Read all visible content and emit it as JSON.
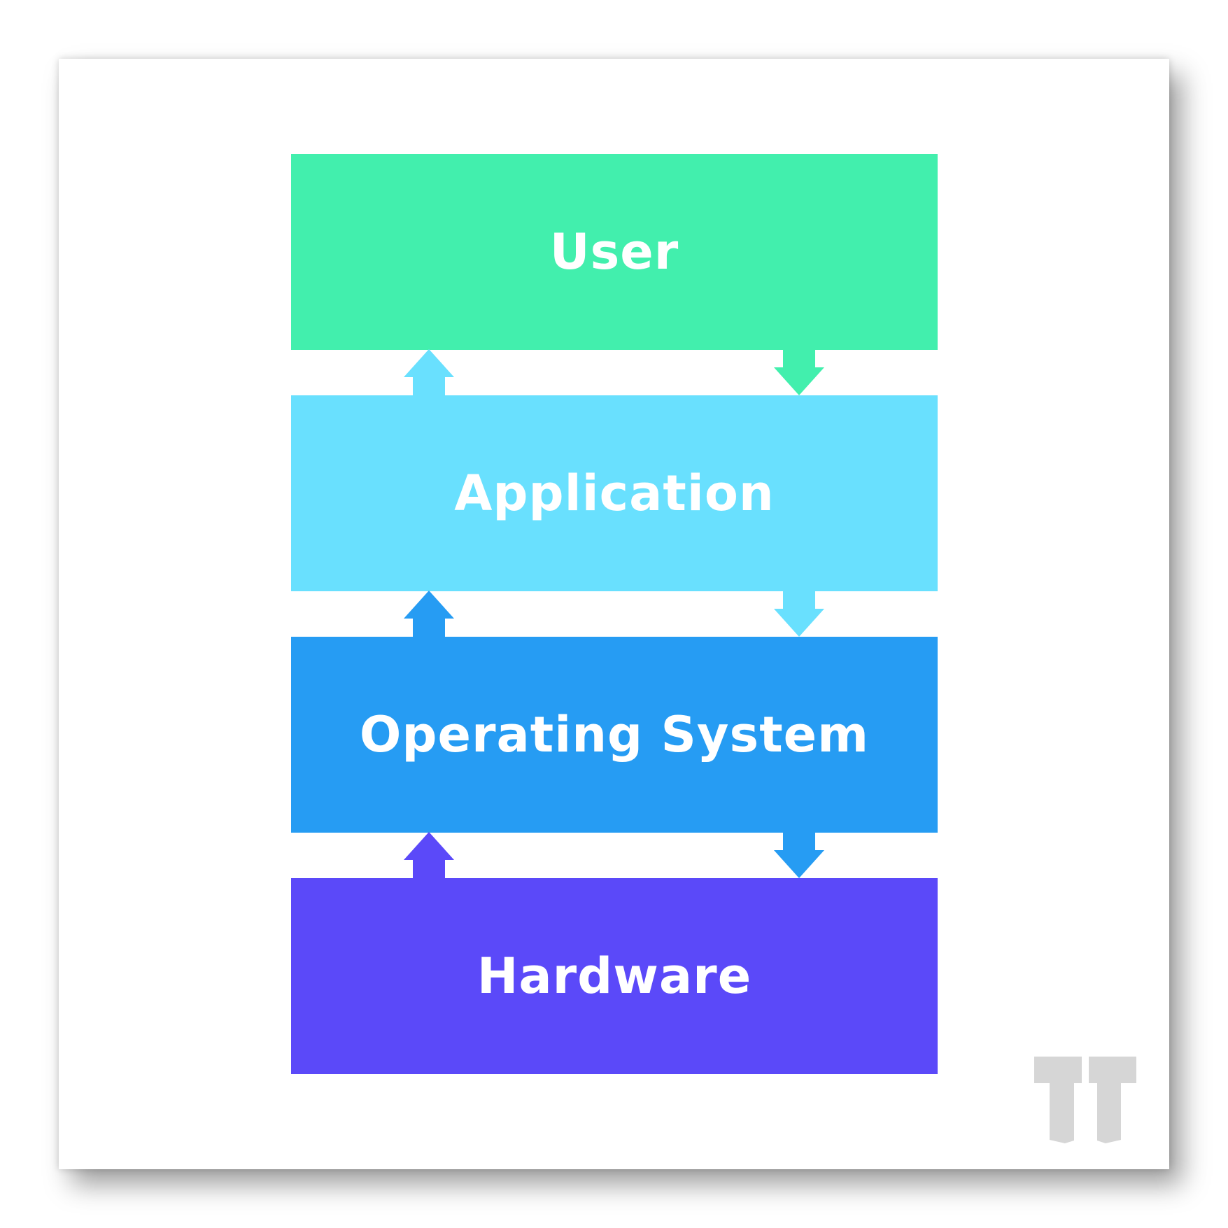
{
  "diagram": {
    "layers": [
      {
        "label": "User",
        "color": "#42efad"
      },
      {
        "label": "Application",
        "color": "#69e0fe"
      },
      {
        "label": "Operating System",
        "color": "#269cf3"
      },
      {
        "label": "Hardware",
        "color": "#5b49f9"
      }
    ],
    "arrows": [
      {
        "from": "User",
        "to": "Application",
        "direction": "down",
        "color": "#42efad"
      },
      {
        "from": "Application",
        "to": "User",
        "direction": "up",
        "color": "#69e0fe"
      },
      {
        "from": "Application",
        "to": "Operating System",
        "direction": "down",
        "color": "#69e0fe"
      },
      {
        "from": "Operating System",
        "to": "Application",
        "direction": "up",
        "color": "#269cf3"
      },
      {
        "from": "Operating System",
        "to": "Hardware",
        "direction": "down",
        "color": "#269cf3"
      },
      {
        "from": "Hardware",
        "to": "Operating System",
        "direction": "up",
        "color": "#5b49f9"
      }
    ],
    "logo": {
      "icon": "tt-logo-icon",
      "color": "#d6d6d6"
    }
  }
}
